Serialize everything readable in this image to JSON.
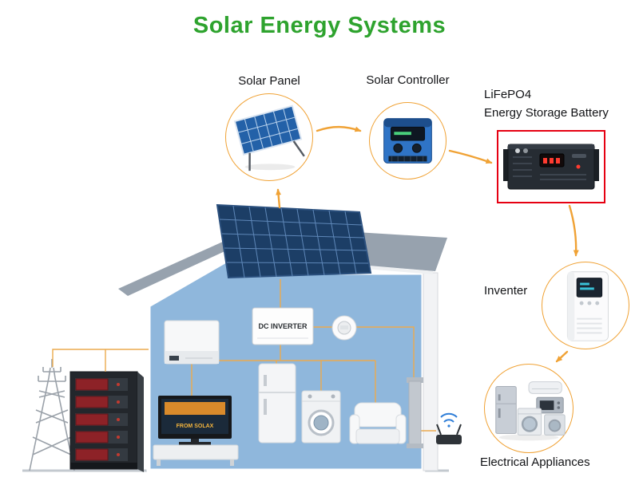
{
  "title": "Solar Energy Systems",
  "nodes": {
    "solar_panel": {
      "label": "Solar Panel"
    },
    "solar_controller": {
      "label": "Solar Controller"
    },
    "battery": {
      "line1": "LiFePO4",
      "line2": "Energy Storage Battery"
    },
    "inverter": {
      "label": "Inventer"
    },
    "appliances": {
      "label": "Electrical Appliances"
    }
  },
  "house": {
    "dc_inverter": "DC INVERTER",
    "tv_caption": "FROM SOLAX"
  },
  "icons": [
    "solar-panel-icon",
    "solar-controller-icon",
    "battery-icon",
    "inverter-icon",
    "appliances-icon",
    "wifi-router-icon",
    "transmission-tower-icon"
  ],
  "colors": {
    "title_green": "#2EA32E",
    "arrow_orange": "#F0A235",
    "battery_red": "#E60012",
    "wall_blue": "#8FB7DC",
    "roof_gray": "#97A2AE",
    "panel_blue": "#2361A8"
  }
}
